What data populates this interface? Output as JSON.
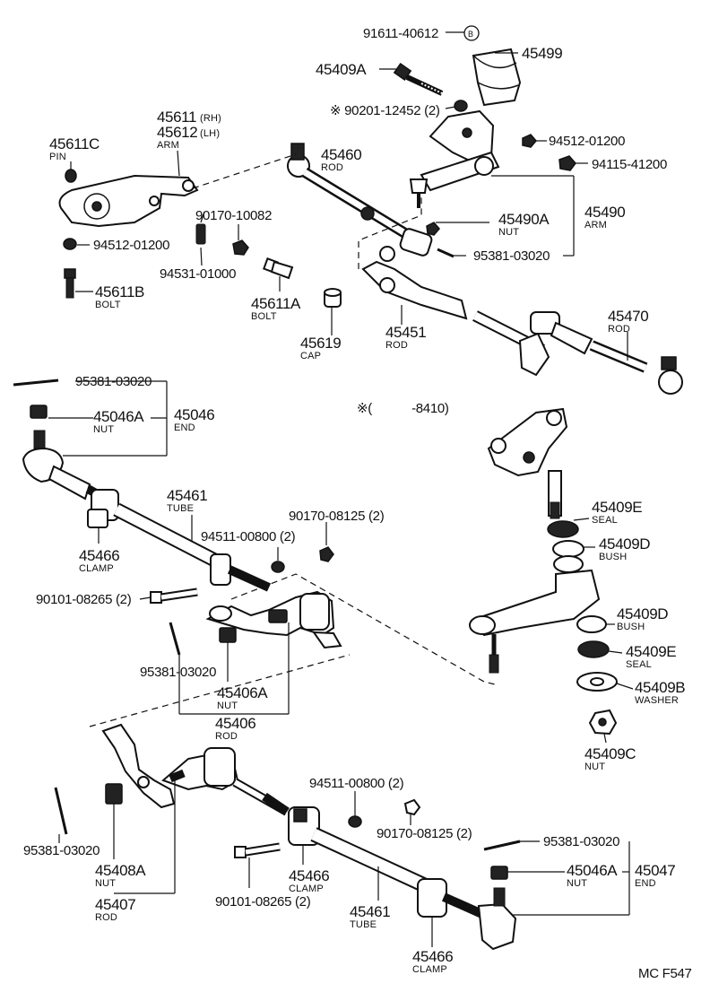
{
  "footer": {
    "code": "MC F547"
  },
  "note": {
    "text": "※(　　　-8410)"
  },
  "callouts": {
    "p91611": "91611-40612",
    "b_mark": "B",
    "p45499": "45499",
    "p45409a": "45409A",
    "p90201": "※ 90201-12452 (2)",
    "p94512a": "94512-01200",
    "p94115": "94115-41200",
    "p45611c": "45611C",
    "pin": "PIN",
    "p45611": "45611",
    "rh": "(RH)",
    "p45612": "45612",
    "lh": "(LH)",
    "arm1": "ARM",
    "p45460": "45460",
    "rod1": "ROD",
    "p45490a": "45490A",
    "nut1": "NUT",
    "p45490": "45490",
    "arm2": "ARM",
    "p95381a": "95381-03020",
    "p90170a": "90170-10082",
    "p94512b": "94512-01200",
    "p94531": "94531-01000",
    "p45611b": "45611B",
    "bolt1": "BOLT",
    "p45611a": "45611A",
    "bolt2": "BOLT",
    "p45619": "45619",
    "cap": "CAP",
    "p45451": "45451",
    "rod2": "ROD",
    "p45470": "45470",
    "rod3": "ROD",
    "p95381b": "95381-03020",
    "p45046a": "45046A",
    "nut2": "NUT",
    "p45046": "45046",
    "end1": "END",
    "p45461a": "45461",
    "tube1": "TUBE",
    "p90170b": "90170-08125 (2)",
    "p94511a": "94511-00800 (2)",
    "p45466a": "45466",
    "clamp1": "CLAMP",
    "p90101a": "90101-08265 (2)",
    "p95381c": "95381-03020",
    "p45406a": "45406A",
    "nut3": "NUT",
    "p45406": "45406",
    "rod4": "ROD",
    "p45409e1": "45409E",
    "seal1": "SEAL",
    "p45409d1": "45409D",
    "bush1": "BUSH",
    "p45409d2": "45409D",
    "bush2": "BUSH",
    "p45409e2": "45409E",
    "seal2": "SEAL",
    "p45409b": "45409B",
    "washer": "WASHER",
    "p45409c": "45409C",
    "nut4": "NUT",
    "p94511b": "94511-00800 (2)",
    "p90170c": "90170-08125 (2)",
    "p95381d": "95381-03020",
    "p45046a2": "45046A",
    "nut5": "NUT",
    "p45047": "45047",
    "end2": "END",
    "p95381e": "95381-03020",
    "p45408a": "45408A",
    "nut6": "NUT",
    "p45407": "45407",
    "rod5": "ROD",
    "p45466b": "45466",
    "clamp2": "CLAMP",
    "p90101b": "90101-08265 (2)",
    "p45461b": "45461",
    "tube2": "TUBE",
    "p45466c": "45466",
    "clamp3": "CLAMP"
  }
}
